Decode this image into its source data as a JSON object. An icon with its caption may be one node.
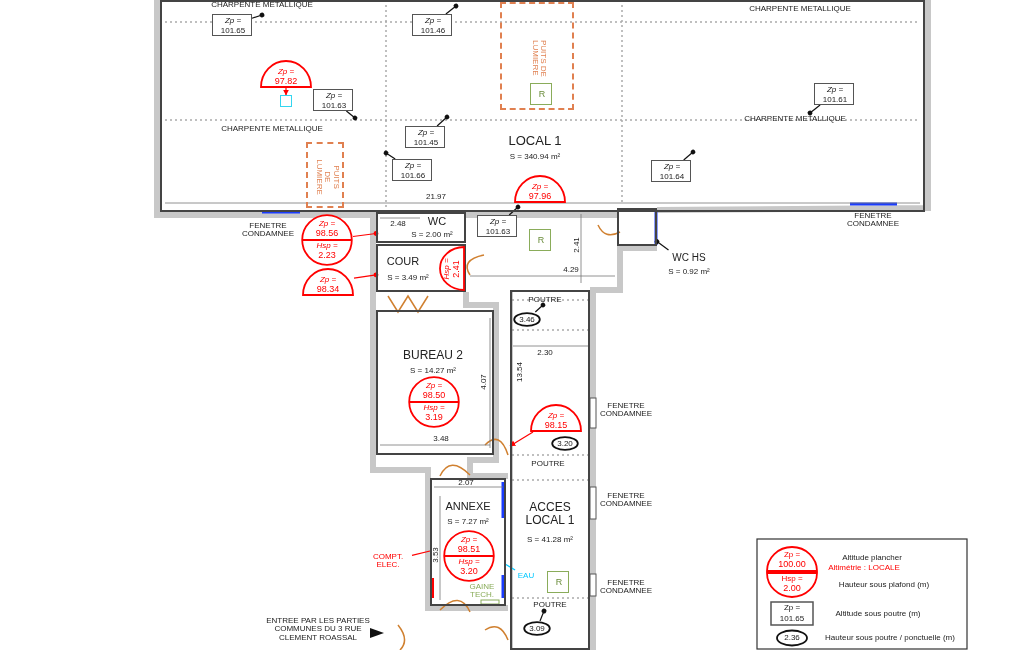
{
  "diagram": {
    "nodes": [
      {
        "text": [
          "LOCAL 1",
          "S = 340.94 m²"
        ]
      },
      {
        "text": [
          "WC",
          "S = 2.00 m²"
        ]
      },
      {
        "text": [
          "COUR",
          "S = 3.49 m²"
        ]
      },
      {
        "text": [],
        "shape": "box"
      },
      {
        "text": [
          "WC HS",
          "S = 0.92 m²"
        ]
      },
      {
        "text": [
          "BUREAU 2",
          "S = 14.27 m²"
        ]
      },
      {
        "text": [
          "ANNEXE",
          "S = 7.27 m²"
        ]
      },
      {
        "text": [
          "ACCES LOCAL 1",
          "S = 41.28 m²"
        ]
      },
      {
        "text": [
          "Zp =",
          "97.82"
        ],
        "in": 0
      },
      {
        "text": [],
        "shape": "box",
        "in": 0
      },
      {
        "text": [
          "Zp =",
          "97.96"
        ],
        "in": 0
      },
      {
        "text": [
          "Zp =",
          "101.65"
        ],
        "in": 0
      },
      {
        "text": [
          "Zp =",
          "101.46"
        ],
        "in": 0
      },
      {
        "text": [
          "Zp =",
          "101.63"
        ],
        "in": 0
      },
      {
        "text": [
          "Zp =",
          "101.45"
        ],
        "in": 0
      },
      {
        "text": [
          "Zp =",
          "101.66"
        ],
        "in": 0
      },
      {
        "text": [
          "Zp =",
          "101.64"
        ],
        "in": 0
      },
      {
        "text": [
          "Zp =",
          "101.61"
        ],
        "in": 0
      },
      {
        "text": [
          "PUITS DE LUMIERE"
        ],
        "in": 0
      },
      {
        "text": [
          "R"
        ],
        "in": 18
      },
      {
        "text": [
          "PUITS DE LUMIERE"
        ],
        "in": 0
      },
      {
        "text": [
          "Zp =",
          "101.63"
        ]
      },
      {
        "text": [
          "R"
        ]
      },
      {
        "text": [
          "Zp =",
          "98.56",
          "Hsp =",
          "2.23"
        ]
      },
      {
        "text": [
          "Zp =",
          "98.34"
        ]
      },
      {
        "text": [
          "Hsp =",
          "2.41"
        ],
        "in": 2
      },
      {
        "text": [
          "Zp =",
          "98.50",
          "Hsp =",
          "3.19"
        ],
        "in": 5
      },
      {
        "text": [
          "Zp =",
          "98.15"
        ],
        "in": 7
      },
      {
        "text": [
          "Zp =",
          "98.51",
          "Hsp =",
          "3.20"
        ],
        "in": 6
      },
      {
        "text": [
          "3.46"
        ],
        "in": 7
      },
      {
        "text": [
          "3.20"
        ],
        "in": 7
      },
      {
        "text": [
          "3.09"
        ],
        "in": 7
      },
      {
        "text": [
          "R"
        ],
        "in": 7
      },
      {
        "text": [
          "COMPT. ELEC."
        ]
      },
      {
        "text": [
          "EAU"
        ],
        "in": 7
      }
    ],
    "edges": [
      {
        "from": 8,
        "to": 9,
        "arrow": "to",
        "color": "#ff0000"
      },
      {
        "from": 11,
        "to": null,
        "arrow": "other"
      },
      {
        "from": 12,
        "to": null,
        "arrow": "other"
      },
      {
        "from": 13,
        "to": null,
        "arrow": "other"
      },
      {
        "from": 14,
        "to": null,
        "arrow": "other"
      },
      {
        "from": 15,
        "to": null,
        "arrow": "other"
      },
      {
        "from": 16,
        "to": null,
        "arrow": "other"
      },
      {
        "from": 17,
        "to": null,
        "arrow": "other"
      },
      {
        "from": 21,
        "to": null,
        "arrow": "other"
      },
      {
        "from": 4,
        "to": 3,
        "arrow": "other"
      },
      {
        "from": 23,
        "to": 1,
        "arrow": "other",
        "color": "#ff0000"
      },
      {
        "from": 24,
        "to": 2,
        "arrow": "other",
        "color": "#ff0000"
      },
      {
        "from": 27,
        "to": 7,
        "arrow": "to",
        "color": "#ff0000"
      },
      {
        "from": 29,
        "to": null,
        "arrow": "other"
      },
      {
        "from": 31,
        "to": null,
        "arrow": "other"
      },
      {
        "from": 33,
        "to": 6,
        "arrow": "none",
        "color": "#ff0000"
      },
      {
        "from": 34,
        "to": 6,
        "arrow": "none",
        "color": "#00c8ff"
      }
    ],
    "labels": [
      "CHARPENTE METALLIQUE",
      "CHARPENTE METALLIQUE",
      "CHARPENTE METALLIQUE",
      "CHARPENTE METALLIQUE",
      "21.97",
      "FENETRE CONDAMNEE",
      "FENETRE CONDAMNEE",
      "2.48",
      "2.41",
      "4.29",
      "POUTRE",
      "2.30",
      "13.54",
      "4.07",
      "FENETRE CONDAMNEE",
      "3.48",
      "POUTRE",
      "2.07",
      "FENETRE CONDAMNEE",
      "3.53",
      "GAINE TECH.",
      "FENETRE CONDAMNEE",
      "POUTRE",
      "ENTREE PAR LES PARTIES COMMUNES DU 3 RUE CLEMENT ROASSAL",
      "Zp =",
      "100.00",
      "Hsp =",
      "2.00",
      "Zp =",
      "101.65",
      "2.36"
    ],
    "legend": [
      {
        "text": "Altitude plancher"
      },
      {
        "text": "Altimétrie : LOCALE"
      },
      {
        "text": "Hauteur sous plafond (m)"
      },
      {
        "text": "Altitude sous poutre (m)"
      },
      {
        "text": "Hauteur sous poutre / ponctuelle (m)"
      }
    ]
  }
}
